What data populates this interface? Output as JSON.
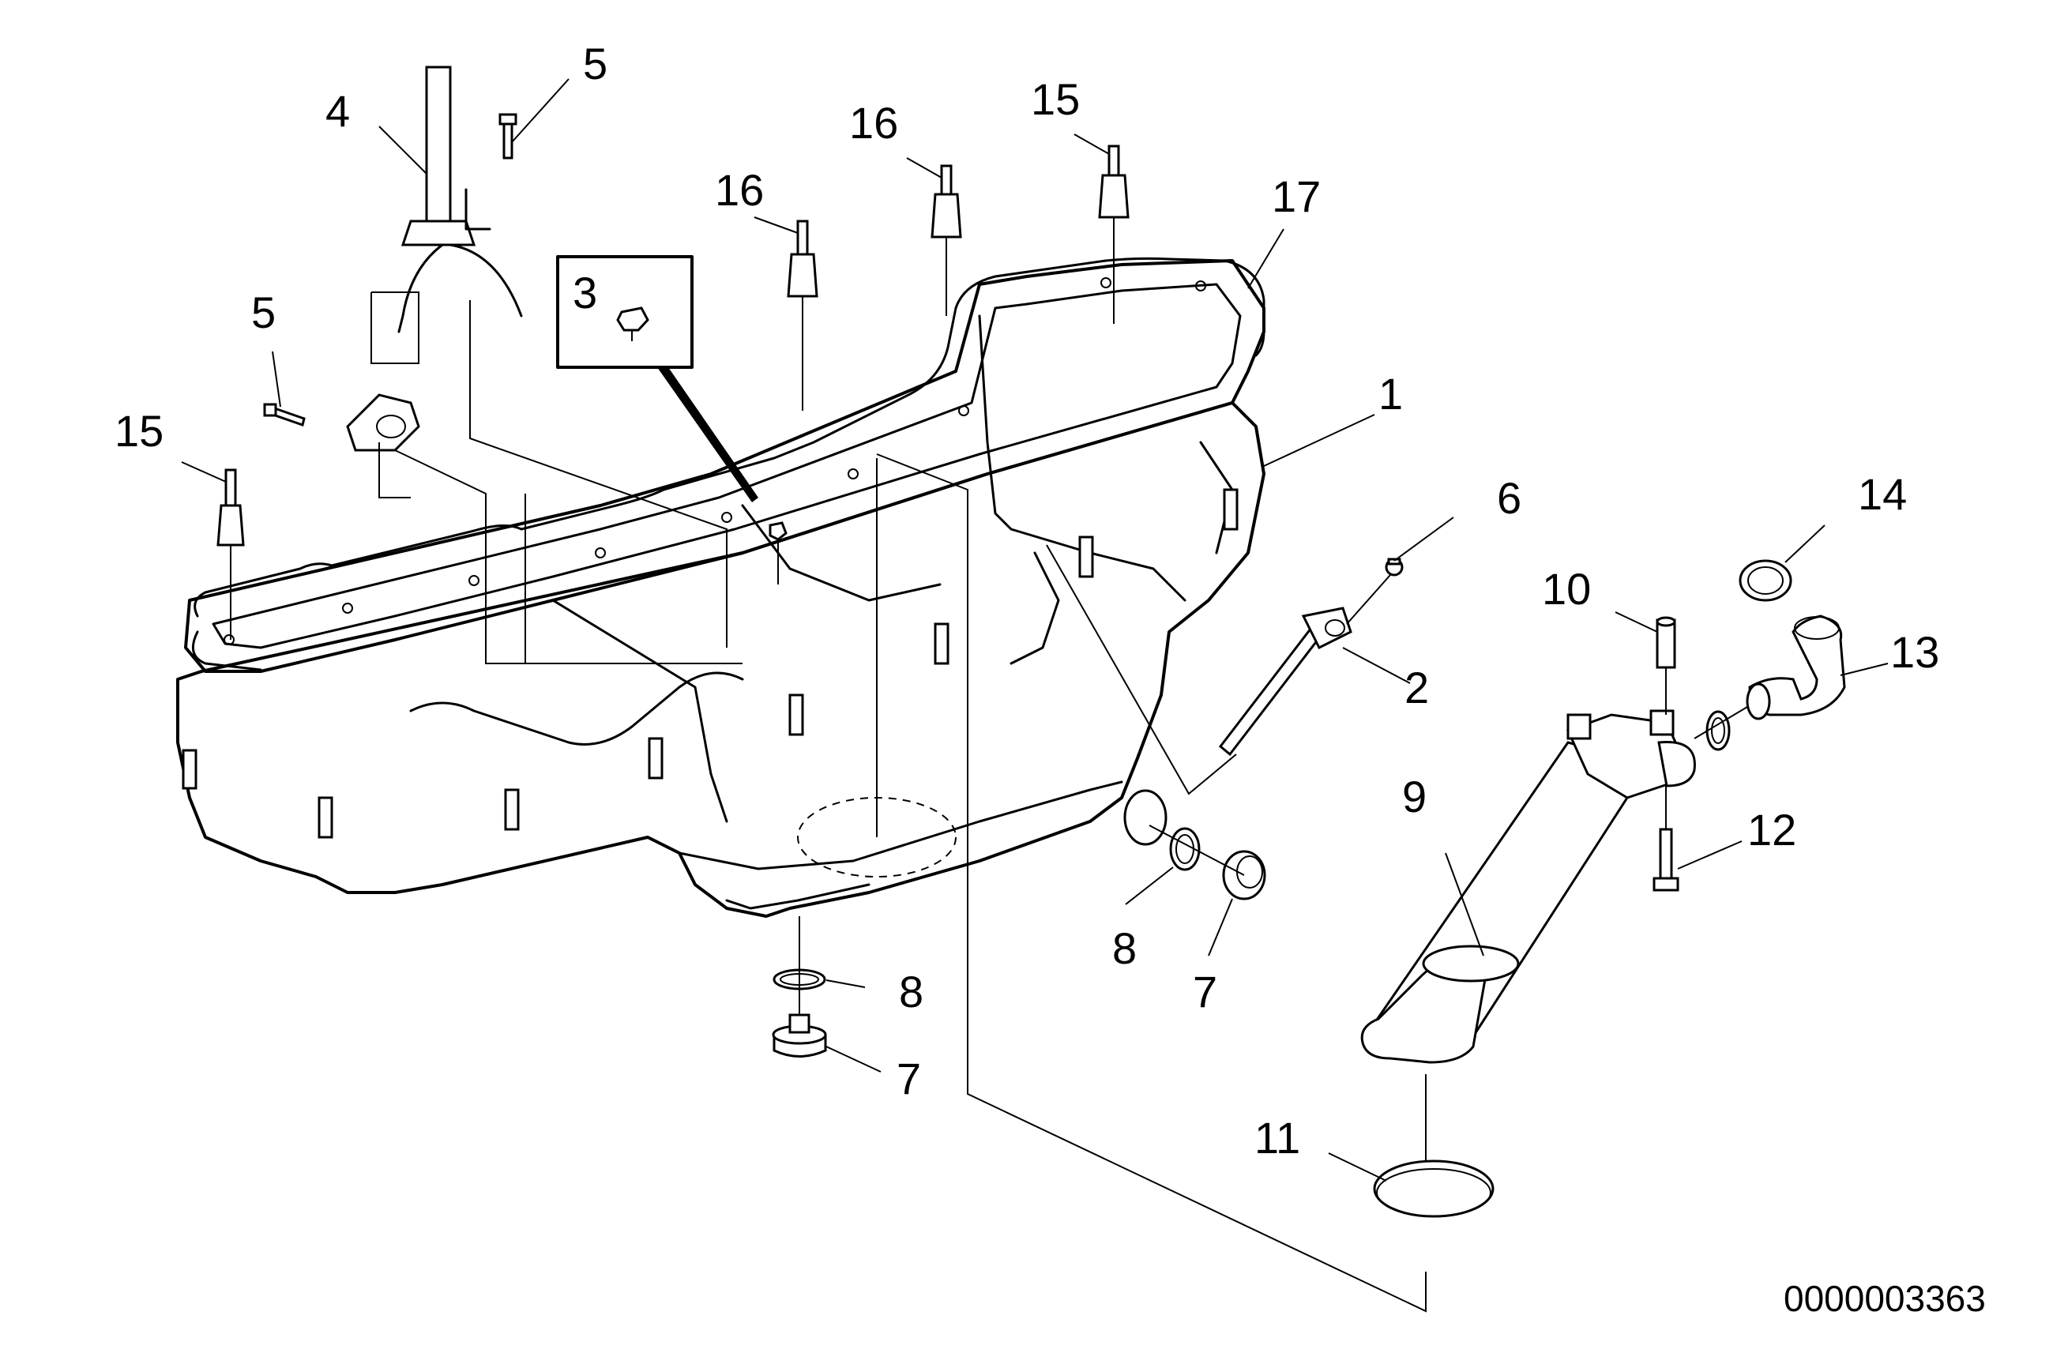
{
  "diagram": {
    "document_number": "0000003363",
    "callouts": [
      {
        "id": "c1",
        "label": "1"
      },
      {
        "id": "c2",
        "label": "2"
      },
      {
        "id": "c3",
        "label": "3"
      },
      {
        "id": "c4",
        "label": "4"
      },
      {
        "id": "c5a",
        "label": "5"
      },
      {
        "id": "c5b",
        "label": "5"
      },
      {
        "id": "c6",
        "label": "6"
      },
      {
        "id": "c7a",
        "label": "7"
      },
      {
        "id": "c7b",
        "label": "7"
      },
      {
        "id": "c8a",
        "label": "8"
      },
      {
        "id": "c8b",
        "label": "8"
      },
      {
        "id": "c9",
        "label": "9"
      },
      {
        "id": "c10",
        "label": "10"
      },
      {
        "id": "c11",
        "label": "11"
      },
      {
        "id": "c12",
        "label": "12"
      },
      {
        "id": "c13",
        "label": "13"
      },
      {
        "id": "c14",
        "label": "14"
      },
      {
        "id": "c15a",
        "label": "15"
      },
      {
        "id": "c15b",
        "label": "15"
      },
      {
        "id": "c16a",
        "label": "16"
      },
      {
        "id": "c16b",
        "label": "16"
      },
      {
        "id": "c17",
        "label": "17"
      }
    ]
  }
}
